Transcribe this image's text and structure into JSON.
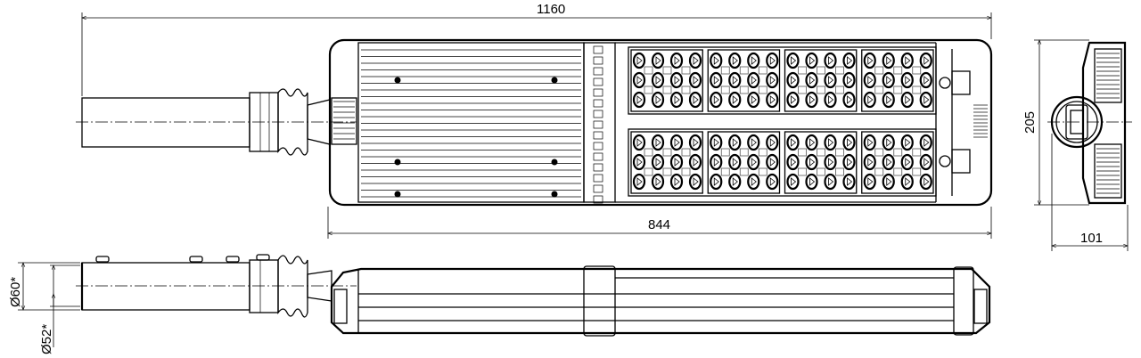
{
  "title": "Street luminaire dimensional drawing",
  "dimensions": {
    "overall_length": "1160",
    "housing_length": "844",
    "housing_width": "205",
    "housing_height": "101",
    "pole_outer_diameter": "Ø60*",
    "pole_inner_diameter": "Ø52*"
  },
  "led_array": {
    "rows": 2,
    "modules_per_row": 4,
    "led_cols": 4,
    "led_rows": 3
  }
}
